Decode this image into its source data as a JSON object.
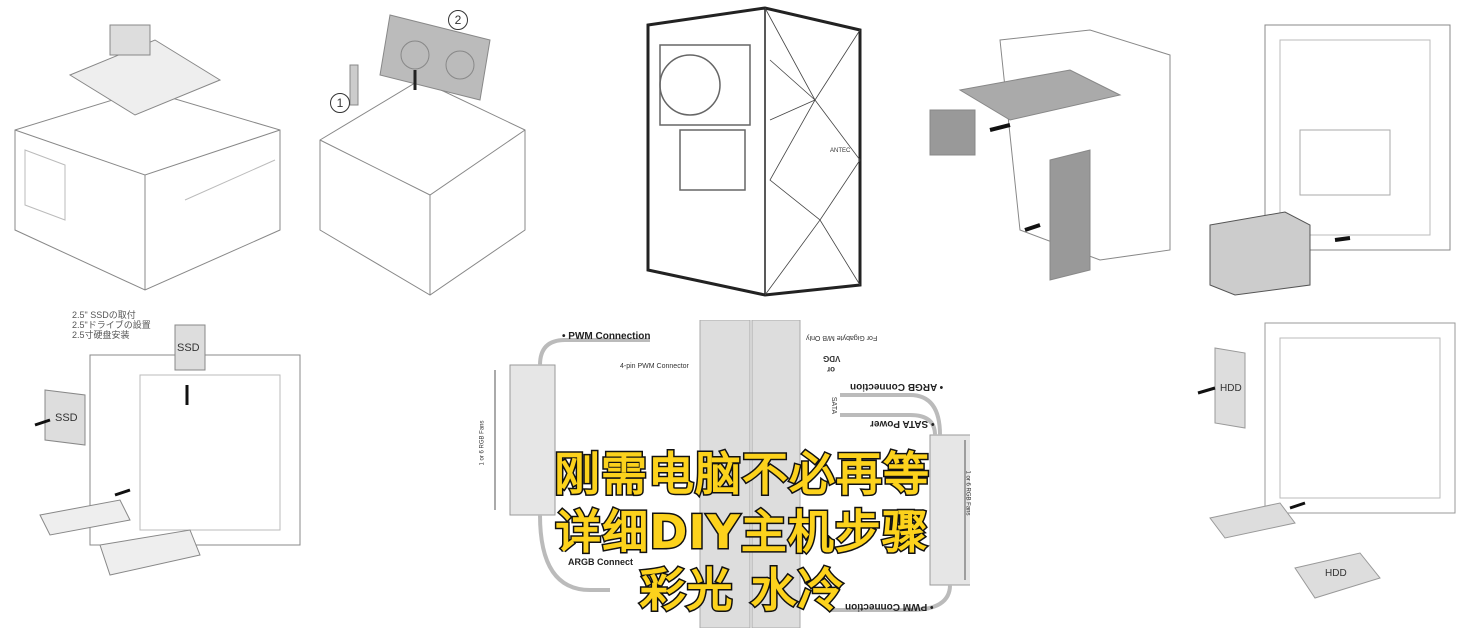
{
  "overlay": {
    "line1": "刚需电脑不必再等",
    "line2": "详细DIY主机步骤",
    "line3": "彩光 水冷",
    "fill_color": "#fcd21c",
    "stroke_color": "#111111"
  },
  "panels": {
    "gpu_steps": [
      "1",
      "2"
    ],
    "ssd_note": [
      "2.5\" SSDの取付",
      "2.5\"ドライブの設置",
      "2.5寸硬盘安装"
    ],
    "ssd_label": "SSD",
    "hdd_label": "HDD",
    "case_brand": "ANTEC"
  },
  "wiring": {
    "pwm_connection": "• PWM Connection",
    "pwm_connector": "4-pin PWM Connector",
    "gigabyte_only": "For Gigabyte M/B Only",
    "vdg": "VDG",
    "or": "or",
    "argb_connection": "• ARGB Connection",
    "sata": "SATA",
    "sata_power": "• SATA Power",
    "argb_connect_bottom": "ARGB Connect",
    "pwm_connection_bottom": "• PWM Connection",
    "fans_left": "1 or 6 RGB Fans",
    "fans_right": "1 or 6 RGB Fans"
  }
}
